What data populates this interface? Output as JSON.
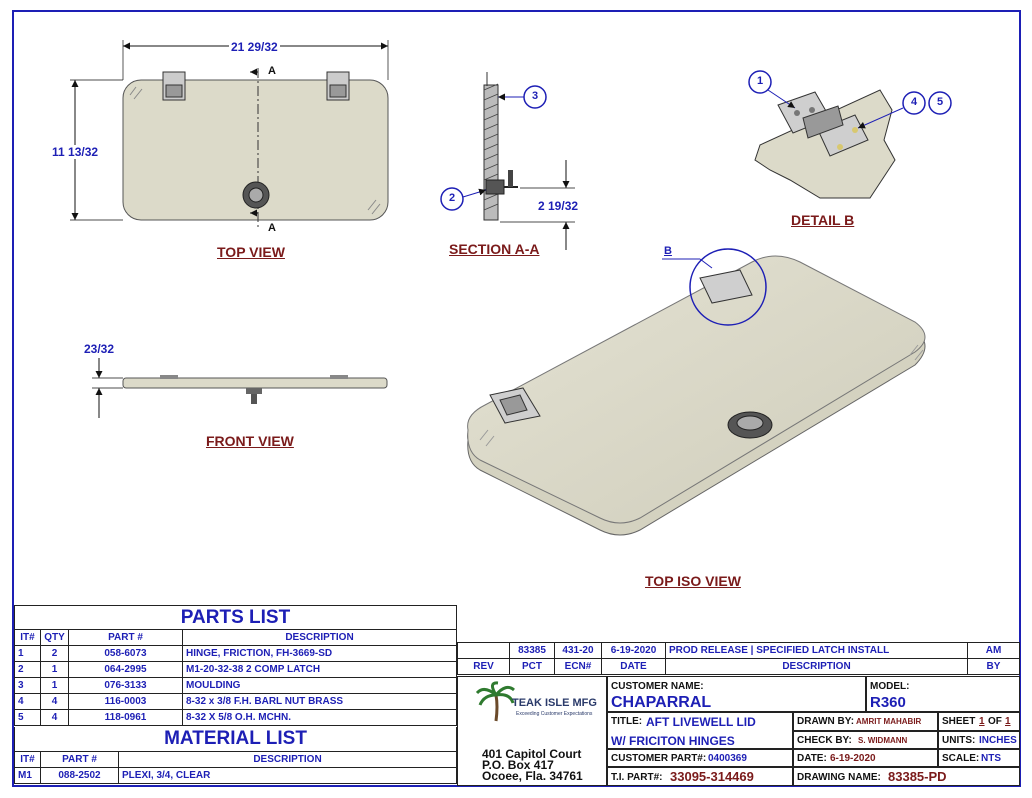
{
  "views": {
    "top_view": "TOP VIEW",
    "section_aa": "SECTION A-A",
    "detail_b": "DETAIL  B",
    "front_view": "FRONT VIEW",
    "top_iso_view": "TOP ISO VIEW"
  },
  "dimensions": {
    "width": "21 29/32",
    "height": "11 13/32",
    "latch_depth": "2 19/32",
    "thickness": "23/32"
  },
  "callouts": {
    "section_mark": "A",
    "detail_mark": "B",
    "balloons": [
      "1",
      "2",
      "3",
      "4",
      "5"
    ]
  },
  "parts_list": {
    "title": "PARTS LIST",
    "headers": [
      "IT#",
      "QTY",
      "PART #",
      "DESCRIPTION"
    ],
    "rows": [
      [
        "1",
        "2",
        "058-6073",
        "HINGE, FRICTION, FH-3669-SD"
      ],
      [
        "2",
        "1",
        "064-2995",
        "M1-20-32-38  2 COMP LATCH"
      ],
      [
        "3",
        "1",
        "076-3133",
        "MOULDING"
      ],
      [
        "4",
        "4",
        "116-0003",
        "8-32 x 3/8 F.H. BARL NUT BRASS"
      ],
      [
        "5",
        "4",
        "118-0961",
        "8-32 X 5/8 O.H. MCHN."
      ]
    ]
  },
  "material_list": {
    "title": "MATERIAL LIST",
    "headers": [
      "IT#",
      "PART #",
      "DESCRIPTION"
    ],
    "rows": [
      [
        "M1",
        "088-2502",
        "PLEXI, 3/4, CLEAR"
      ]
    ]
  },
  "revisions": {
    "headers": [
      "REV",
      "PCT",
      "ECN#",
      "DATE",
      "DESCRIPTION",
      "BY"
    ],
    "rows": [
      [
        "",
        "83385",
        "431-20",
        "6-19-2020",
        "PROD RELEASE | SPECIFIED LATCH INSTALL",
        "AM"
      ]
    ]
  },
  "title_block": {
    "company": "TEAK ISLE MFG",
    "tagline": "Exceeding Customer Expectations",
    "address_1": "401 Capitol Court",
    "address_2": "P.O. Box 417",
    "address_3": "Ocoee, Fla. 34761",
    "customer_name_label": "CUSTOMER NAME:",
    "customer_name": "CHAPARRAL",
    "model_label": "MODEL:",
    "model": "R360",
    "title_label": "TITLE:",
    "title_1": "AFT LIVEWELL LID",
    "title_2": "W/ FRICITON HINGES",
    "drawn_by_label": "DRAWN BY:",
    "drawn_by": "AMRIT MAHABIR",
    "sheet_label": "SHEET",
    "sheet_num": "1",
    "sheet_of": "OF",
    "sheet_total": "1",
    "check_by_label": "CHECK BY:",
    "check_by": "S. WIDMANN",
    "units_label": "UNITS:",
    "units": "INCHES",
    "customer_part_label": "CUSTOMER PART#:",
    "customer_part": "0400369",
    "date_label": "DATE:",
    "date": "6-19-2020",
    "scale_label": "SCALE:",
    "scale": "NTS",
    "ti_part_label": "T.I. PART#:",
    "ti_part": "33095-314469",
    "drawing_name_label": "DRAWING NAME:",
    "drawing_name": "83385-PD"
  },
  "colors": {
    "border": "#1d1fb5",
    "lid_fill": "#dcdac9",
    "view_title": "#7a1a1a",
    "dimension": "#1d1fb5"
  }
}
